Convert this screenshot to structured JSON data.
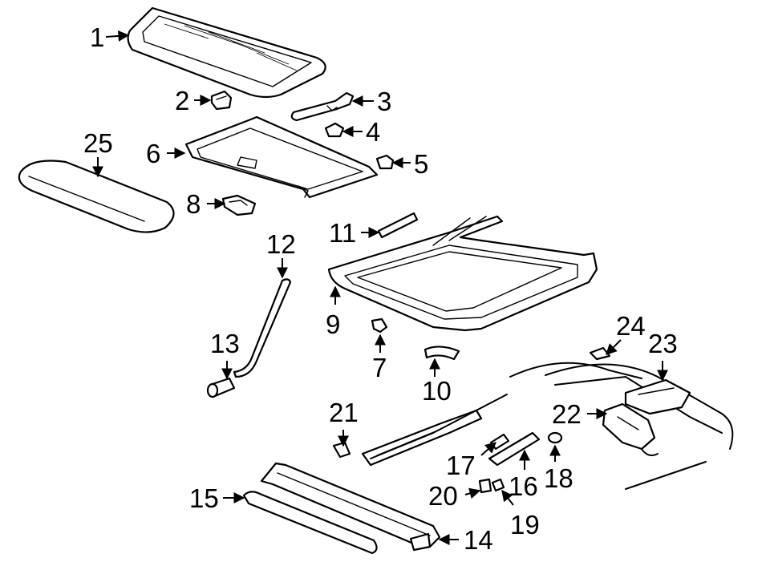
{
  "diagram": {
    "callouts": {
      "c1": "1",
      "c2": "2",
      "c3": "3",
      "c4": "4",
      "c5": "5",
      "c6": "6",
      "c7": "7",
      "c8": "8",
      "c9": "9",
      "c10": "10",
      "c11": "11",
      "c12": "12",
      "c13": "13",
      "c14": "14",
      "c15": "15",
      "c16": "16",
      "c17": "17",
      "c18": "18",
      "c19": "19",
      "c20": "20",
      "c21": "21",
      "c22": "22",
      "c23": "23",
      "c24": "24",
      "c25": "25"
    }
  }
}
